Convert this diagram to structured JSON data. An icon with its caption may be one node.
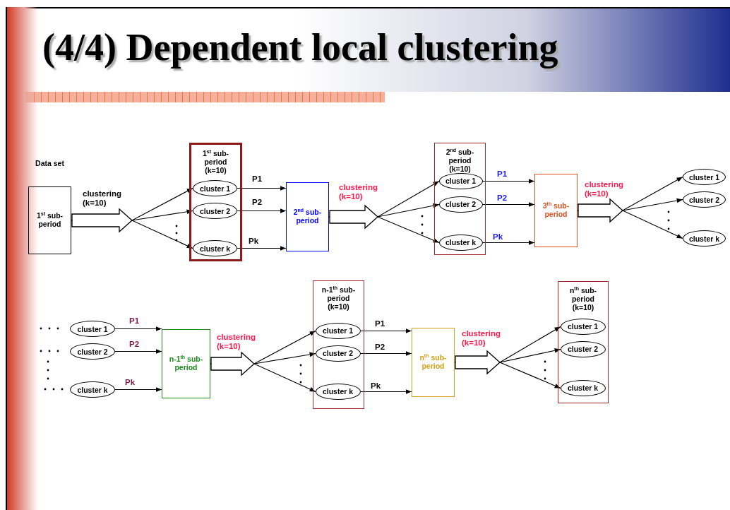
{
  "diagram": {
    "title": "(4/4) Dependent local clustering",
    "nodes": [
      {
        "text": [
          "Data set",
          "1$^{st}$ sub-period"
        ]
      },
      {
        "text": [
          "1$^{st}$ sub-period (k=10)"
        ]
      },
      {
        "text": [
          "cluster 1"
        ],
        "in": 1
      },
      {
        "text": [
          "cluster 2"
        ],
        "in": 1
      },
      {
        "text": [
          "cluster k"
        ],
        "in": 1
      },
      {
        "text": [
          "2$^{nd}$ sub-period"
        ]
      },
      {
        "text": [
          "2$^{nd}$ sub-period (k=10)"
        ]
      },
      {
        "text": [
          "cluster 1"
        ],
        "in": 6
      },
      {
        "text": [
          "cluster 2"
        ],
        "in": 6
      },
      {
        "text": [
          "cluster k"
        ],
        "in": 6
      },
      {
        "text": [
          "3$^{th}$ sub-period"
        ]
      },
      {
        "text": [
          "cluster 1"
        ]
      },
      {
        "text": [
          "cluster 2"
        ]
      },
      {
        "text": [
          "cluster k"
        ]
      },
      {
        "text": [
          "cluster 1"
        ]
      },
      {
        "text": [
          "cluster 2"
        ]
      },
      {
        "text": [
          "cluster k"
        ]
      },
      {
        "text": [
          "n-1$^{th}$ sub-period"
        ]
      },
      {
        "text": [
          "n-1$^{th}$ sub-period (k=10)"
        ]
      },
      {
        "text": [
          "cluster 1"
        ],
        "in": 18
      },
      {
        "text": [
          "cluster 2"
        ],
        "in": 18
      },
      {
        "text": [
          "cluster k"
        ],
        "in": 18
      },
      {
        "text": [
          "n$^{th}$ sub-period"
        ]
      },
      {
        "text": [
          "n$^{th}$ sub-period (k=10)"
        ]
      },
      {
        "text": [
          "cluster 1"
        ],
        "in": 23
      },
      {
        "text": [
          "cluster 2"
        ],
        "in": 23
      },
      {
        "text": [
          "cluster k"
        ],
        "in": 23
      }
    ],
    "edges": [
      {
        "from": 0,
        "to": 2,
        "arrow": "to",
        "label": "clustering (k=10)"
      },
      {
        "from": 0,
        "to": 3,
        "arrow": "to"
      },
      {
        "from": 0,
        "to": 4,
        "arrow": "to"
      },
      {
        "from": 2,
        "to": 5,
        "arrow": "to",
        "label": "P1"
      },
      {
        "from": 3,
        "to": 5,
        "arrow": "to",
        "label": "P2"
      },
      {
        "from": 4,
        "to": 5,
        "arrow": "to",
        "label": "Pk"
      },
      {
        "from": 5,
        "to": 7,
        "arrow": "to",
        "label": "clustering (k=10)"
      },
      {
        "from": 5,
        "to": 8,
        "arrow": "to"
      },
      {
        "from": 5,
        "to": 9,
        "arrow": "to"
      },
      {
        "from": 7,
        "to": 10,
        "arrow": "to",
        "label": "P1"
      },
      {
        "from": 8,
        "to": 10,
        "arrow": "to",
        "label": "P2"
      },
      {
        "from": 9,
        "to": 10,
        "arrow": "to",
        "label": "Pk"
      },
      {
        "from": 10,
        "to": 11,
        "arrow": "to",
        "label": "clustering (k=10)"
      },
      {
        "from": 10,
        "to": 12,
        "arrow": "to"
      },
      {
        "from": 10,
        "to": 13,
        "arrow": "to"
      },
      {
        "from": 14,
        "to": 17,
        "arrow": "to",
        "label": "P1"
      },
      {
        "from": 15,
        "to": 17,
        "arrow": "to",
        "label": "P2"
      },
      {
        "from": 16,
        "to": 17,
        "arrow": "to",
        "label": "Pk"
      },
      {
        "from": 17,
        "to": 19,
        "arrow": "to",
        "label": "clustering (k=10)"
      },
      {
        "from": 17,
        "to": 20,
        "arrow": "to"
      },
      {
        "from": 17,
        "to": 21,
        "arrow": "to"
      },
      {
        "from": 19,
        "to": 22,
        "arrow": "to",
        "label": "P1"
      },
      {
        "from": 20,
        "to": 22,
        "arrow": "to",
        "label": "P2"
      },
      {
        "from": 21,
        "to": 22,
        "arrow": "to",
        "label": "Pk"
      },
      {
        "from": 22,
        "to": 24,
        "arrow": "to",
        "label": "clustering (k=10)"
      },
      {
        "from": 22,
        "to": 25,
        "arrow": "to"
      },
      {
        "from": 22,
        "to": 26,
        "arrow": "to"
      }
    ]
  }
}
